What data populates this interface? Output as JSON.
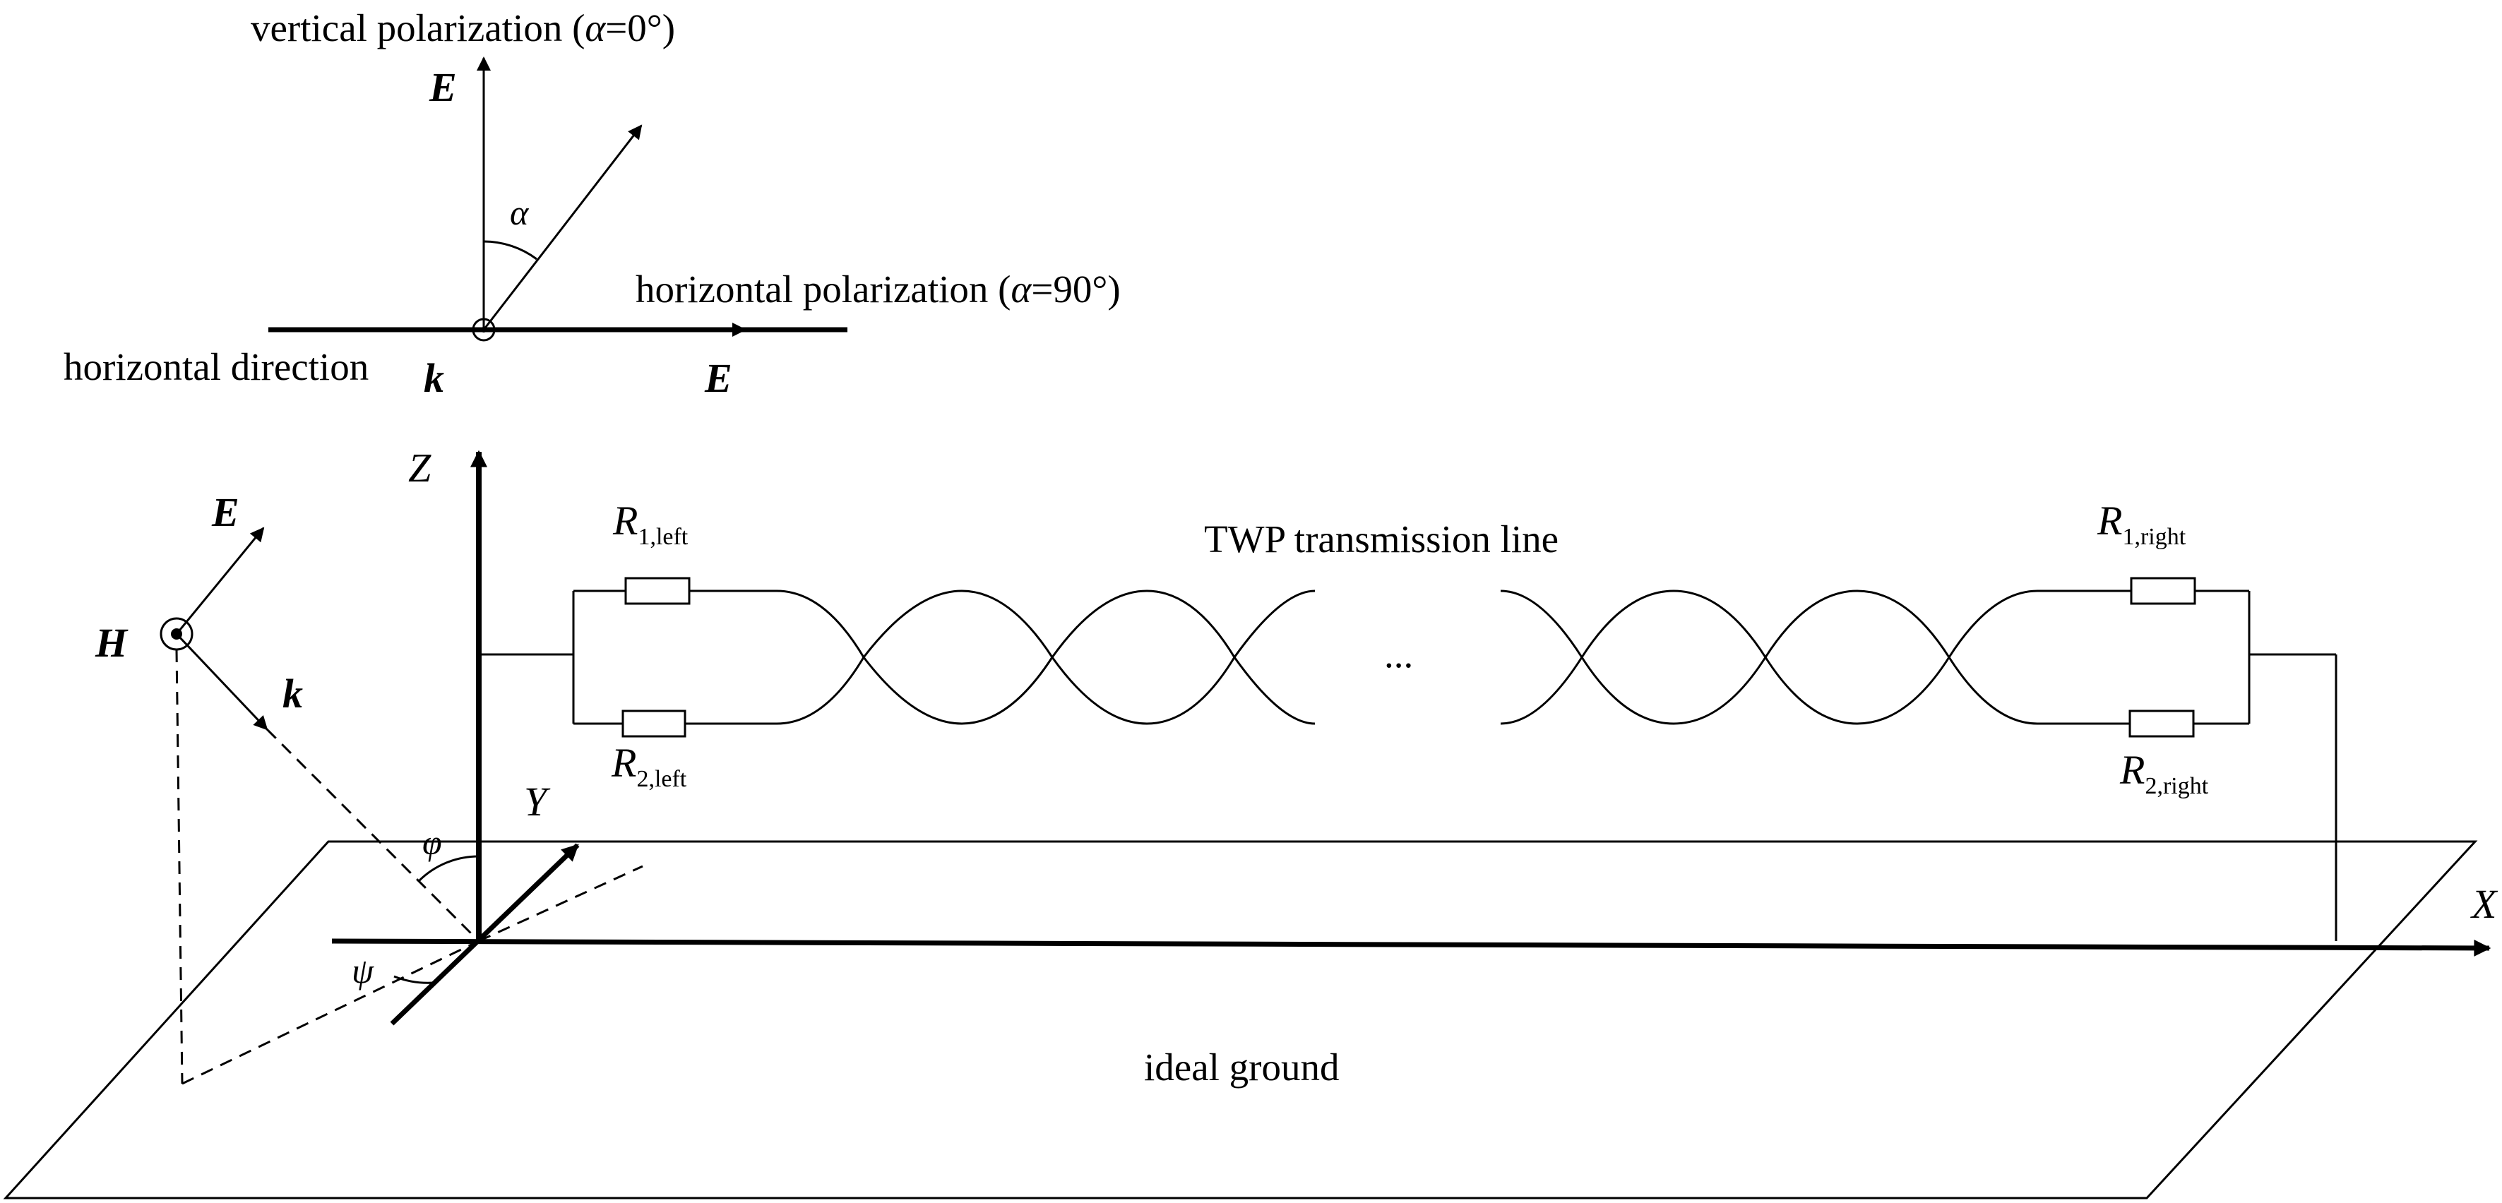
{
  "inset": {
    "vertical_polarization": "vertical polarization (",
    "vertical_alpha": "α",
    "vertical_value": "=0°)",
    "horizontal_polarization": "horizontal polarization (",
    "horizontal_alpha": "α",
    "horizontal_value": "=90°)",
    "horizontal_direction": "horizontal direction",
    "E_vertical": "E",
    "E_horizontal": "E",
    "k": "k",
    "alpha": "α"
  },
  "wave": {
    "E": "E",
    "H": "H",
    "k": "k",
    "phi": "φ",
    "psi": "ψ"
  },
  "axes": {
    "X": "X",
    "Y": "Y",
    "Z": "Z"
  },
  "line": {
    "title": "TWP transmission line",
    "ellipsis": "...",
    "R1_left_main": "R",
    "R1_left_sub": "1,left",
    "R2_left_main": "R",
    "R2_left_sub": "2,left",
    "R1_right_main": "R",
    "R1_right_sub": "1,right",
    "R2_right_main": "R",
    "R2_right_sub": "2,right"
  },
  "ground": {
    "label": "ideal ground"
  }
}
